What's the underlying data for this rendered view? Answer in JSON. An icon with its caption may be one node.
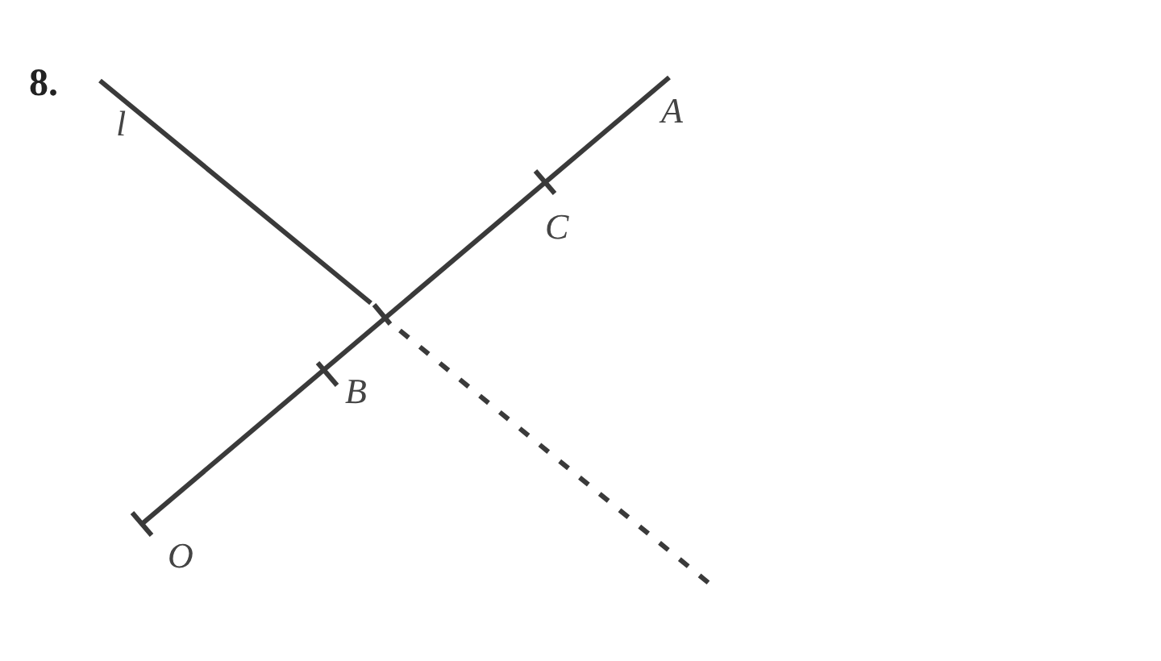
{
  "diagram": {
    "labels": [
      "8.",
      "l",
      "A",
      "C",
      "B",
      "O"
    ]
  }
}
